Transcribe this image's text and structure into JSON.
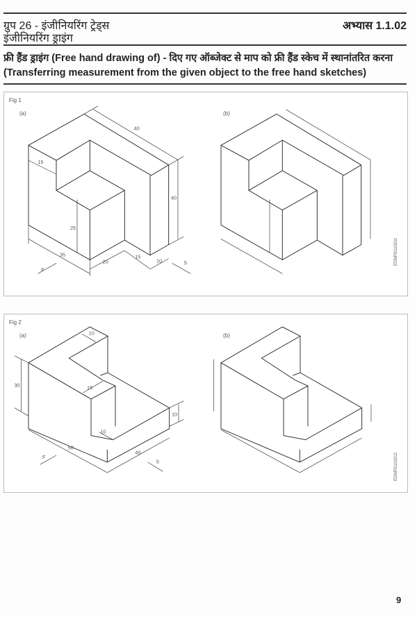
{
  "header": {
    "group": "ग्रुप 26 - इंजीनियरिंग ट्रेड्स",
    "subject": "इंजीनियरिंग ड्राइंग",
    "exercise": "अभ्यास 1.1.02"
  },
  "title": {
    "line1": "फ्री हैंड ड्राइंग (Free hand drawing of) - दिए गए ऑब्जेक्ट से माप को फ्री हैंड स्केच में स्थानांतरित करना",
    "line2": "(Transferring measurement from the given object to the free hand sketches)"
  },
  "fig1": {
    "label": "Fig 1",
    "a": "(a)",
    "b": "(b)",
    "code": "EDNPG110211",
    "dims": {
      "top": "40",
      "left_width": "15",
      "box_height": "25",
      "total_height": "40",
      "front": "35",
      "box_width": "20",
      "step": "15",
      "right": "10"
    },
    "front_mark": "F",
    "side_mark": "S"
  },
  "fig2": {
    "label": "Fig 2",
    "a": "(a)",
    "b": "(b)",
    "code": "EDNPG110212",
    "dims": {
      "top_width": "10",
      "mid_width": "15",
      "height": "30",
      "base_height": "10",
      "slot": "10",
      "front": "50",
      "side": "40"
    },
    "front_mark": "F",
    "side_mark": "S"
  },
  "page_number": "9"
}
